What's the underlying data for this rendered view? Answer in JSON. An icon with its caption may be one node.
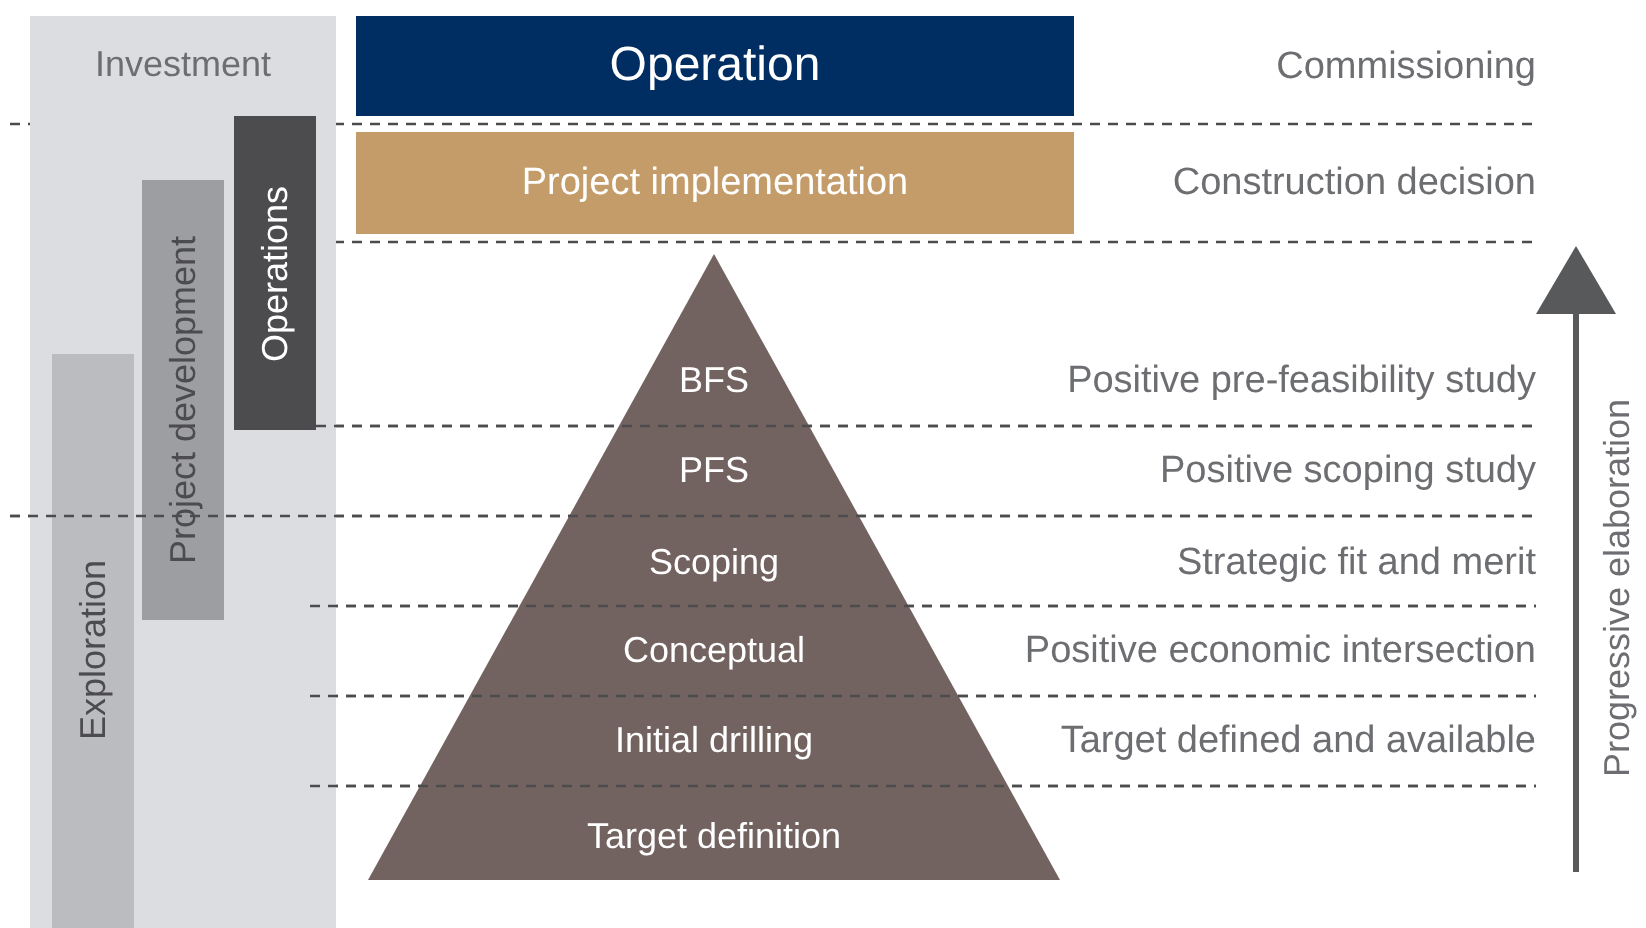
{
  "diagram": {
    "nodes": [
      {
        "text": [
          "Investment"
        ]
      },
      {
        "text": [
          "Operations"
        ],
        "in": 0
      },
      {
        "text": [
          "Project development"
        ],
        "in": 0
      },
      {
        "text": [
          "Exploration"
        ],
        "in": 0
      },
      {
        "text": [
          "Operation"
        ]
      },
      {
        "text": [
          "Project implementation"
        ]
      },
      {
        "text": [],
        "shape": "triangle"
      },
      {
        "text": [
          "BFS"
        ],
        "in": 6
      },
      {
        "text": [
          "PFS"
        ],
        "in": 6
      },
      {
        "text": [
          "Scoping"
        ],
        "in": 6
      },
      {
        "text": [
          "Conceptual"
        ],
        "in": 6
      },
      {
        "text": [
          "Initial drilling"
        ],
        "in": 6
      },
      {
        "text": [
          "Target definition"
        ],
        "in": 6
      }
    ],
    "edges": [],
    "labels": [
      "Commissioning",
      "Construction decision",
      "Positive pre-feasibility study",
      "Positive scoping study",
      "Strategic fit and merit",
      "Positive economic intersection",
      "Target defined and available",
      "Progressive elaboration"
    ]
  }
}
